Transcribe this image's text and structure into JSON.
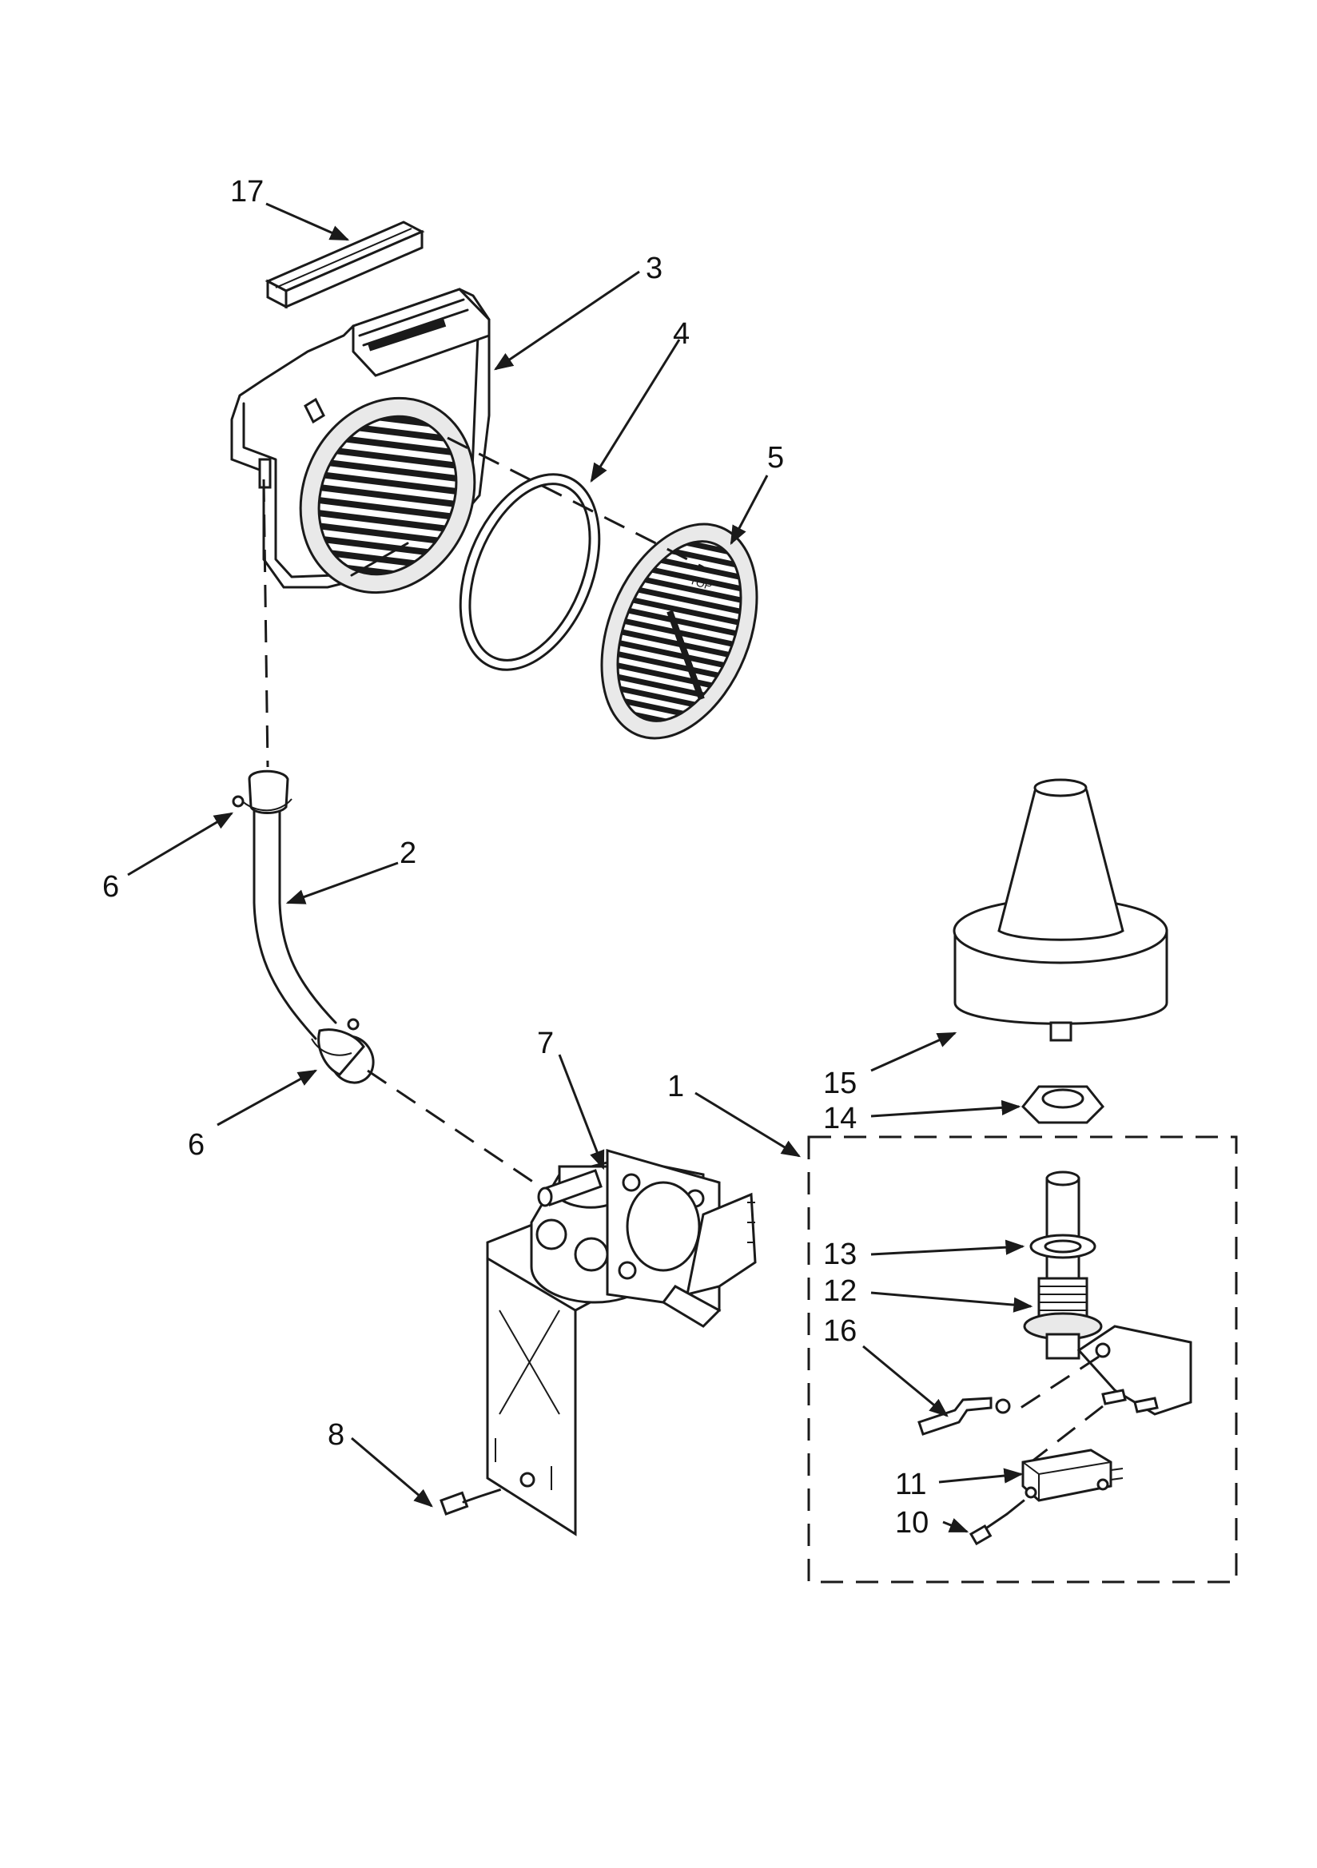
{
  "callouts": {
    "c17": "17",
    "c3": "3",
    "c4": "4",
    "c5": "5",
    "c2": "2",
    "c6a": "6",
    "c6b": "6",
    "c7": "7",
    "c1": "1",
    "c15": "15",
    "c14": "14",
    "c13": "13",
    "c12": "12",
    "c16": "16",
    "c11": "11",
    "c10": "10",
    "c8": "8"
  },
  "colors": {
    "ink": "#1a1a1a",
    "paper": "#ffffff"
  }
}
